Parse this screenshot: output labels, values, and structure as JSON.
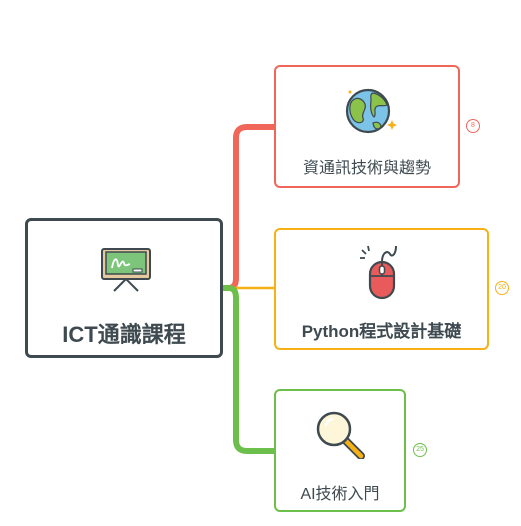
{
  "root": {
    "label": "ICT通識課程",
    "icon": "presentation-board-icon"
  },
  "branches": [
    {
      "label": "資通訊技術與趨勢",
      "icon": "globe-icon",
      "badge": "8",
      "color": "#f0675a"
    },
    {
      "label": "Python程式設計基礎",
      "icon": "computer-mouse-icon",
      "badge": "20",
      "color": "#f7b016"
    },
    {
      "label": "AI技術入門",
      "icon": "magnifying-glass-icon",
      "badge": "25",
      "color": "#6cbf4a"
    }
  ],
  "colors": {
    "root_border": "#3e4a50",
    "text": "#3e4a50"
  }
}
